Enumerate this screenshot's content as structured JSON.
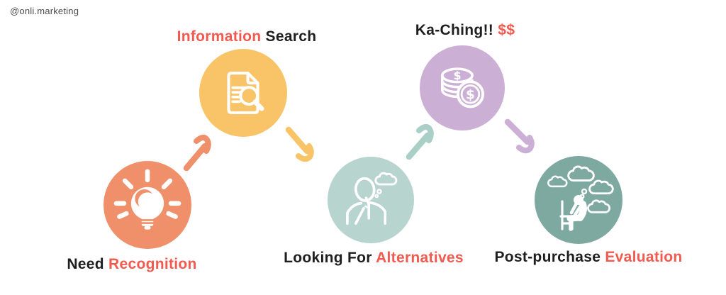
{
  "watermark": "@onli.marketing",
  "background": "#FFFFFF",
  "text_colors": {
    "primary": "#1E1E1E",
    "accent": "#F2594F",
    "watermark": "#4B4B4B"
  },
  "stages": [
    {
      "id": "need-recognition",
      "icon": "lightbulb-icon",
      "circle_color": "#F0906A",
      "label_position": "below",
      "label_parts": [
        {
          "text": "Need",
          "color": "#1E1E1E"
        },
        {
          "text": "Recognition",
          "color": "#F2594F"
        }
      ]
    },
    {
      "id": "information-search",
      "icon": "document-search-icon",
      "circle_color": "#F9C367",
      "label_position": "above",
      "label_parts": [
        {
          "text": "Information",
          "color": "#F2594F"
        },
        {
          "text": "Search",
          "color": "#1E1E1E"
        }
      ]
    },
    {
      "id": "looking-for-alternatives",
      "icon": "thinking-person-icon",
      "circle_color": "#B7D4CE",
      "label_position": "below",
      "label_parts": [
        {
          "text": "Looking For",
          "color": "#1E1E1E"
        },
        {
          "text": "Alternatives",
          "color": "#F2594F"
        }
      ]
    },
    {
      "id": "purchase-ka-ching",
      "icon": "coins-icon",
      "circle_color": "#CBAFD4",
      "coin_symbol": "$",
      "label_position": "above",
      "label_parts": [
        {
          "text": "Ka-Ching!!",
          "color": "#1E1E1E"
        },
        {
          "text": "$$",
          "color": "#F2594F"
        }
      ]
    },
    {
      "id": "post-purchase-evaluation",
      "icon": "worried-person-icon",
      "circle_color": "#7DA9A1",
      "label_position": "below",
      "label_parts": [
        {
          "text": "Post-purchase",
          "color": "#1E1E1E"
        },
        {
          "text": "Evaluation",
          "color": "#F2594F"
        }
      ]
    }
  ],
  "arrows": [
    {
      "from": "need-recognition",
      "to": "information-search",
      "direction": "up-right",
      "color": "#F0906A"
    },
    {
      "from": "information-search",
      "to": "looking-for-alternatives",
      "direction": "down-right",
      "color": "#F9C367"
    },
    {
      "from": "looking-for-alternatives",
      "to": "purchase-ka-ching",
      "direction": "up-right",
      "color": "#A9CFC7"
    },
    {
      "from": "purchase-ka-ching",
      "to": "post-purchase-evaluation",
      "direction": "down-right",
      "color": "#CBAFD4"
    }
  ]
}
